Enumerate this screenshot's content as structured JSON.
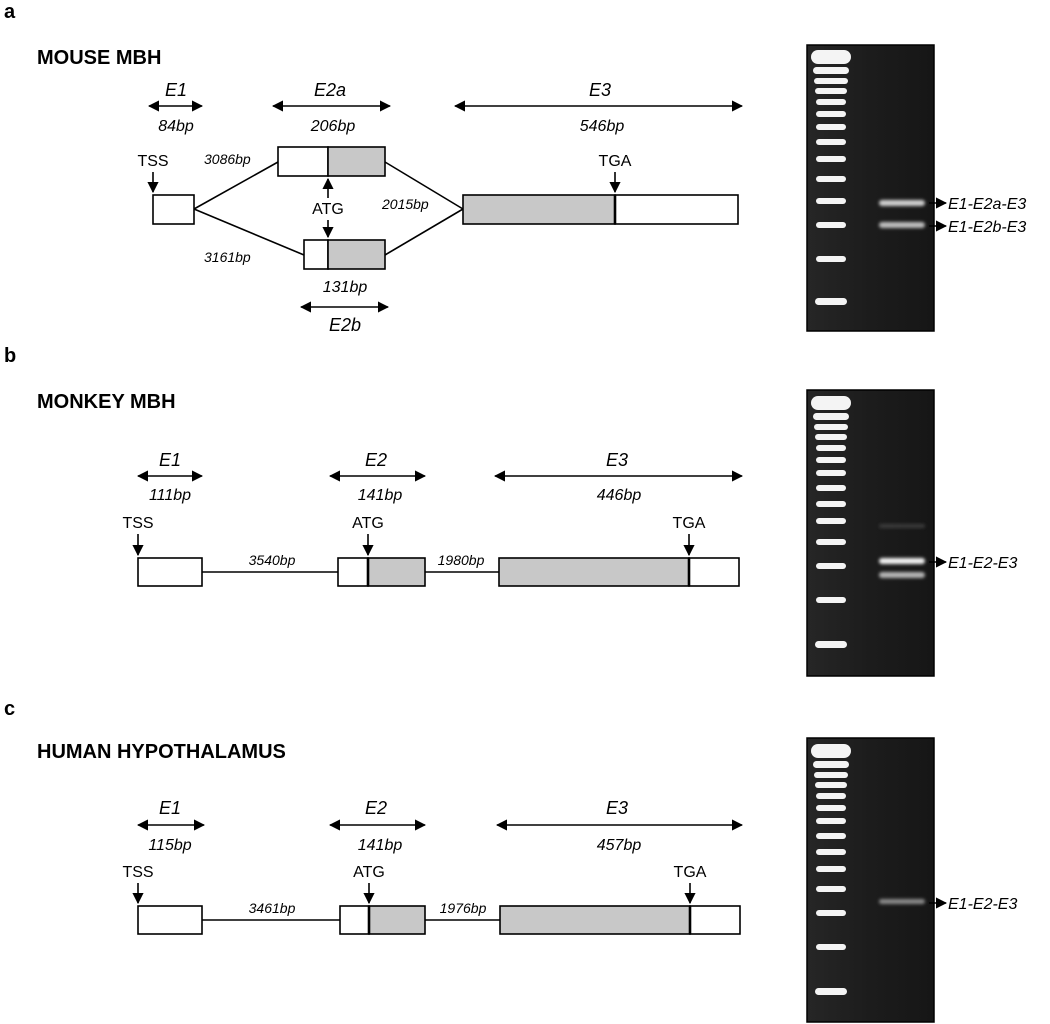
{
  "panels": [
    {
      "letter": "a",
      "title": "MOUSE MBH",
      "exons": {
        "e1": "E1",
        "e2a": "E2a",
        "e2b": "E2b",
        "e3": "E3"
      },
      "sizes": {
        "e1": "84bp",
        "e2a": "206bp",
        "e2b": "131bp",
        "e3": "546bp"
      },
      "introns": {
        "e1_e2a": "3086bp",
        "e1_e2b": "3161bp",
        "e2_e3": "2015bp"
      },
      "markers": {
        "tss": "TSS",
        "atg": "ATG",
        "tga": "TGA"
      },
      "bands": [
        "E1-E2a-E3",
        "E1-E2b-E3"
      ]
    },
    {
      "letter": "b",
      "title": "MONKEY MBH",
      "exons": {
        "e1": "E1",
        "e2": "E2",
        "e3": "E3"
      },
      "sizes": {
        "e1": "111bp",
        "e2": "141bp",
        "e3": "446bp"
      },
      "introns": {
        "i1": "3540bp",
        "i2": "1980bp"
      },
      "markers": {
        "tss": "TSS",
        "atg": "ATG",
        "tga": "TGA"
      },
      "bands": [
        "E1-E2-E3"
      ]
    },
    {
      "letter": "c",
      "title": "HUMAN HYPOTHALAMUS",
      "exons": {
        "e1": "E1",
        "e2": "E2",
        "e3": "E3"
      },
      "sizes": {
        "e1": "115bp",
        "e2": "141bp",
        "e3": "457bp"
      },
      "introns": {
        "i1": "3461bp",
        "i2": "1976bp"
      },
      "markers": {
        "tss": "TSS",
        "atg": "ATG",
        "tga": "TGA"
      },
      "bands": [
        "E1-E2-E3"
      ]
    }
  ],
  "colors": {
    "cds_fill": "#c8c8c8",
    "gel_background": "#1c1c1c",
    "ladder_band": "#f4f4f4"
  }
}
